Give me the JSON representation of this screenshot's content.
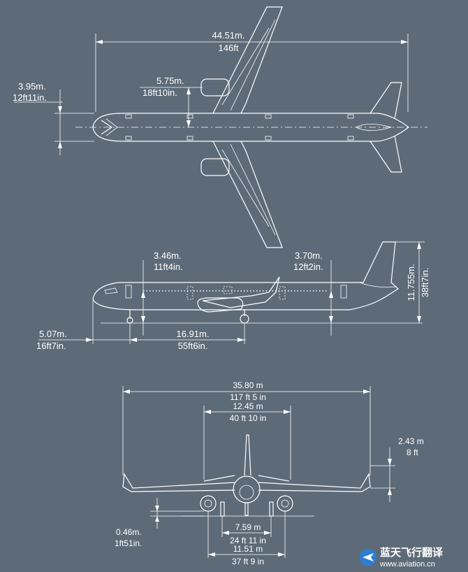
{
  "top_view": {
    "span_m": "44.51m.",
    "span_ft": "146ft",
    "fuselage_m": "3.95m.",
    "fuselage_ft": "12ft11in.",
    "engine_m": "5.75m.",
    "engine_ft": "18ft10in."
  },
  "side_view": {
    "door_m": "3.46m.",
    "door_ft": "11ft4in.",
    "rear_door_m": "3.70m.",
    "rear_door_ft": "12ft2in.",
    "height_m": "11.755m.",
    "height_ft": "38ft7in.",
    "nose_gear_m": "5.07m.",
    "nose_gear_ft": "16ft7in.",
    "wheelbase_m": "16.91m.",
    "wheelbase_ft": "55ft6in."
  },
  "front_view": {
    "span_m": "35.80 m",
    "span_ft": "117 ft 5 in",
    "tailplane_m": "12.45 m",
    "tailplane_ft": "40 ft 10 in",
    "winglet_m": "2.43 m",
    "winglet_ft": "8 ft",
    "engine_clearance_m": "0.46m.",
    "engine_clearance_ft": "1ft51in.",
    "track_m": "7.59 m",
    "track_ft": "24 ft 11 in",
    "engine_spacing_m": "11.51 m",
    "engine_spacing_ft": "37 ft 9 in"
  },
  "watermark": {
    "name": "蓝天飞行翻译",
    "url": "www.aviation.cn"
  }
}
